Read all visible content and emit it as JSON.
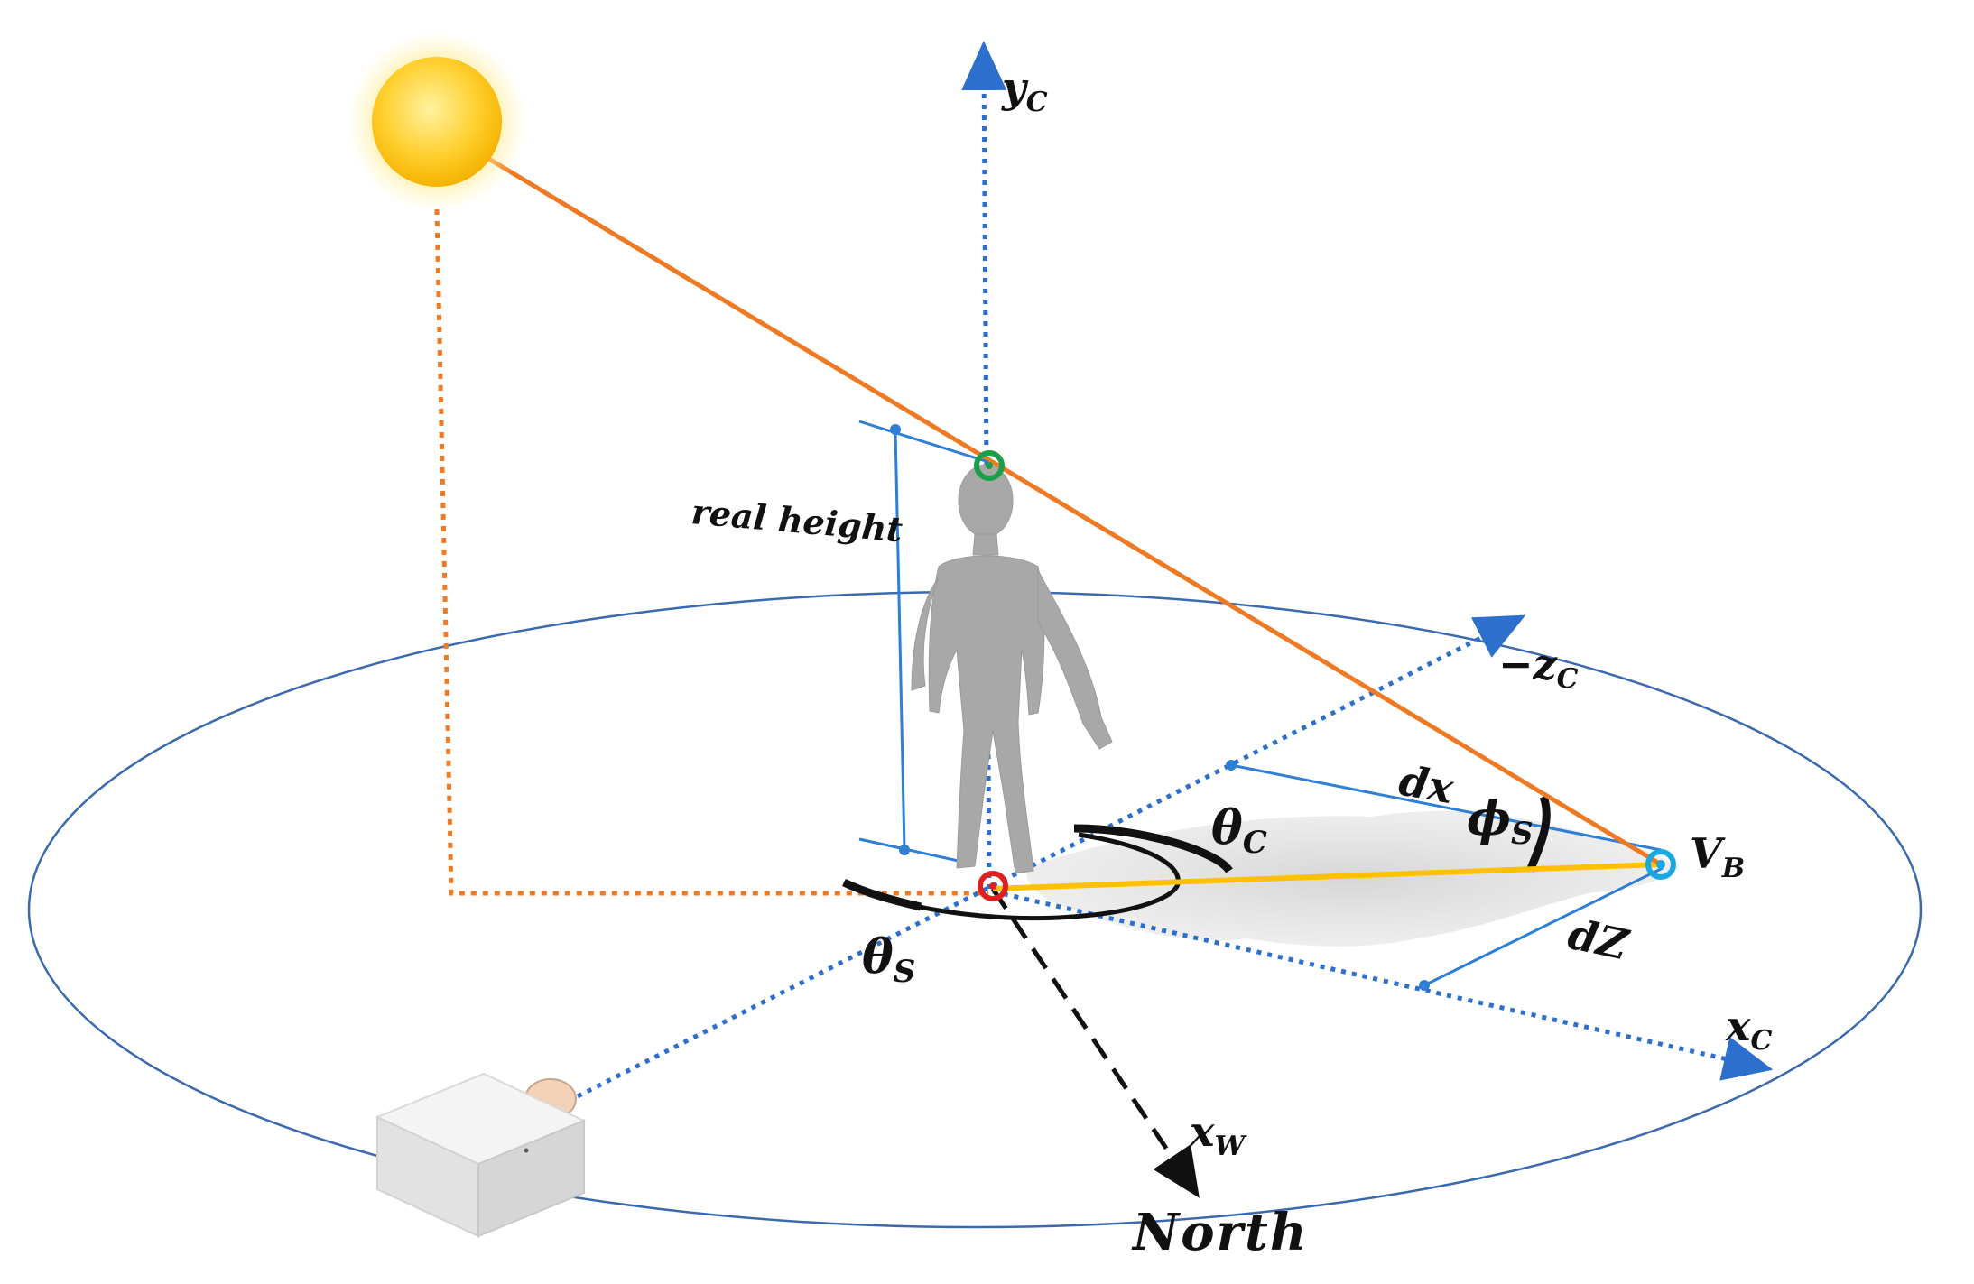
{
  "labels": {
    "yc": {
      "base": "y",
      "sub": "C"
    },
    "neg_zc": {
      "base": "−z",
      "sub": "C"
    },
    "xc": {
      "base": "x",
      "sub": "C"
    },
    "xw": {
      "base": "x",
      "sub": "W"
    },
    "vb": {
      "base": "V",
      "sub": "B"
    },
    "theta_c": {
      "base": "θ",
      "sub": "C"
    },
    "theta_s": {
      "base": "θ",
      "sub": "S"
    },
    "phi_s": {
      "base": "ϕ",
      "sub": "S"
    },
    "dx": "dx",
    "dz": "dZ",
    "real_height": "real height",
    "north": "North"
  },
  "colors": {
    "sun_ray": "#f07a23",
    "sun_drop": "#f07a23",
    "shadow_line": "#ffc000",
    "axis_dotted": "#2c6fcc",
    "ground_ellipse": "#3a69b0",
    "measure": "#2f7fd6",
    "head_marker": "#1aa04a",
    "foot_marker": "#e02020",
    "vb_marker": "#1aa8e0",
    "angle_arc": "#111111",
    "north_arrow": "#111111",
    "figure": "#a8a8a8",
    "shadow": "#d0d0d0",
    "camera": "#e6e6e6"
  },
  "icons": {
    "sun": "sun-icon",
    "person": "person-figure",
    "camera": "camera-icon"
  }
}
